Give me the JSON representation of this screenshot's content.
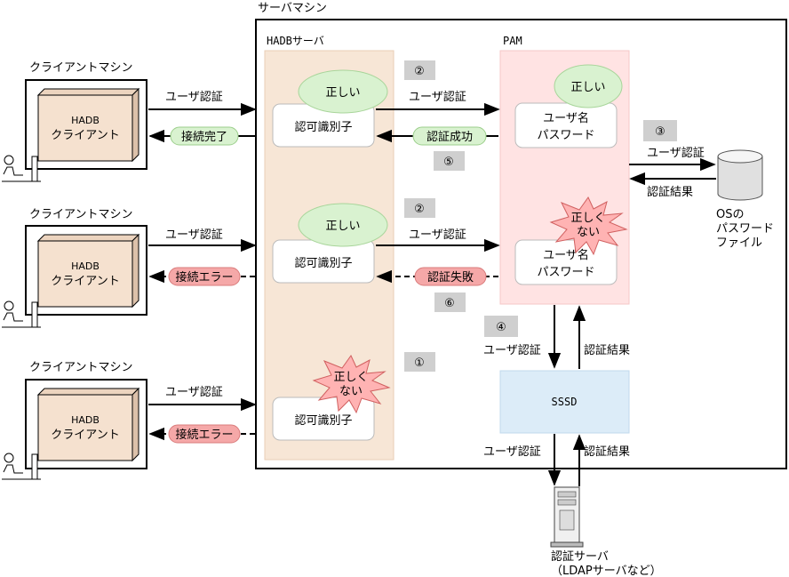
{
  "server_title": "サーバマシン",
  "hadb_server_title": "HADBサーバ",
  "pam_title": "PAM",
  "client_title": "クライアントマシン",
  "client_app": [
    "HADB",
    "クライアント"
  ],
  "auth_id_label": "認可識別子",
  "user_auth": "ユーザ認証",
  "auth_result": "認証結果",
  "correct": "正しい",
  "incorrect": [
    "正しく",
    "ない"
  ],
  "user_name_password": [
    "ユーザ名",
    "パスワード"
  ],
  "connection_complete": "接続完了",
  "connection_error": "接続エラー",
  "auth_success": "認証成功",
  "auth_failure": "認証失敗",
  "sssd_label": "SSSD",
  "os_password_file": [
    "OSの",
    "パスワード",
    "ファイル"
  ],
  "auth_server": [
    "認証サーバ",
    "（LDAPサーバなど）"
  ],
  "steps": {
    "s1": "①",
    "s2": "②",
    "s3": "③",
    "s4": "④",
    "s5": "⑤",
    "s6": "⑥"
  },
  "colors": {
    "hadb_bg": "#f7e6d6",
    "pam_bg": "#ffe3e3",
    "sssd_bg": "#dcecf8",
    "green_pill": "#d9f2d0",
    "red_pill": "#f5a8a8",
    "client_box": "#f5e1cf",
    "step_badge": "#cfcfcf"
  }
}
